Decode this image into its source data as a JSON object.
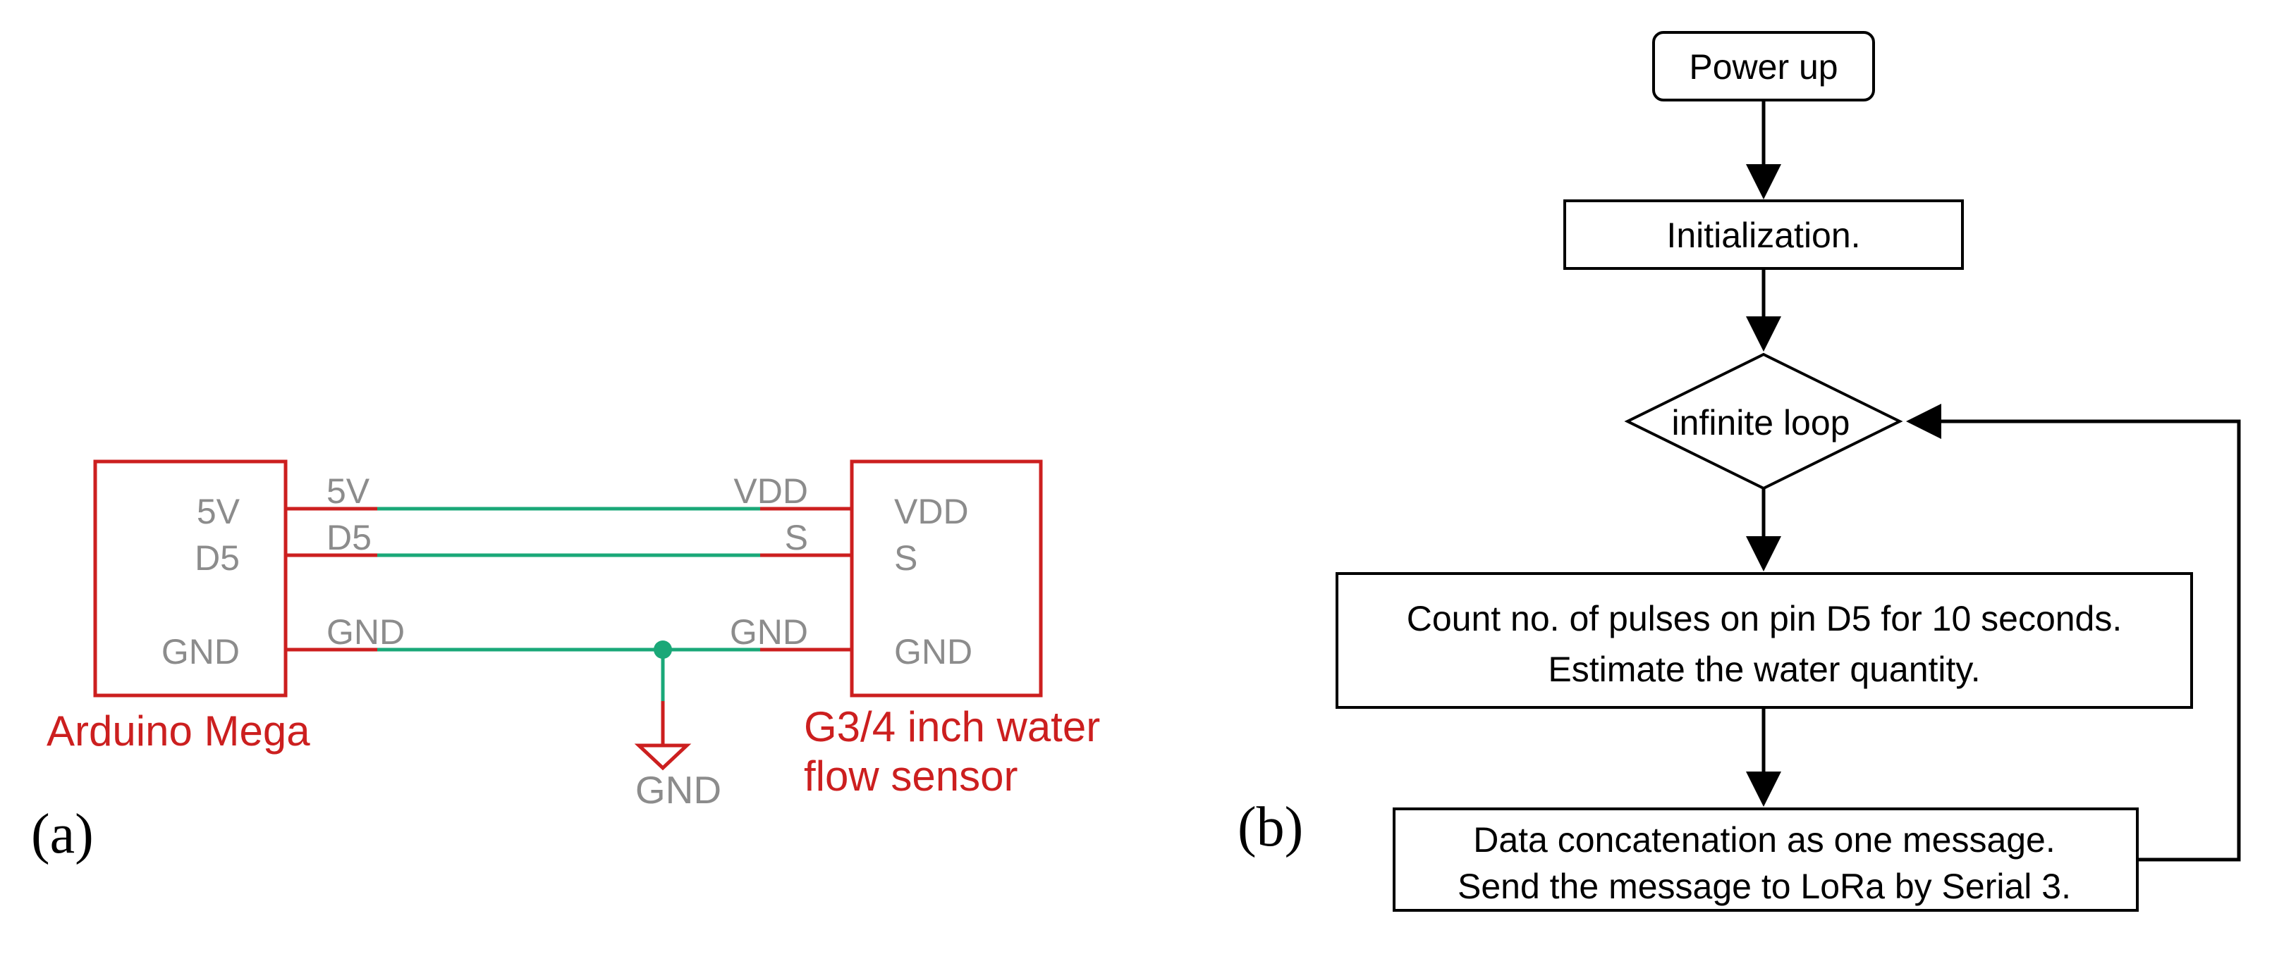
{
  "panel_a": {
    "label": "(a)",
    "arduino": {
      "name": "Arduino Mega",
      "pins": {
        "p5v": "5V",
        "d5": "D5",
        "gnd": "GND"
      }
    },
    "sensor": {
      "name_line1": "G3/4 inch water",
      "name_line2": "flow sensor",
      "pins": {
        "vdd": "VDD",
        "s": "S",
        "gnd": "GND"
      }
    },
    "nets": {
      "left": {
        "p5v": "5V",
        "d5": "D5",
        "gnd": "GND"
      },
      "right": {
        "vdd": "VDD",
        "s": "S",
        "gnd": "GND"
      }
    },
    "ground_label": "GND",
    "colors": {
      "component": "#cc1f1f",
      "wire": "#1aa878",
      "pin_text": "#8c8c8c"
    }
  },
  "panel_b": {
    "label": "(b)",
    "start": "Power up",
    "init": "Initialization.",
    "loop": "infinite loop",
    "count_line1": "Count no. of pulses on pin D5 for 10 seconds.",
    "count_line2": "Estimate the water quantity.",
    "send_line1": "Data concatenation as one message.",
    "send_line2": "Send the message to LoRa by Serial 3."
  }
}
